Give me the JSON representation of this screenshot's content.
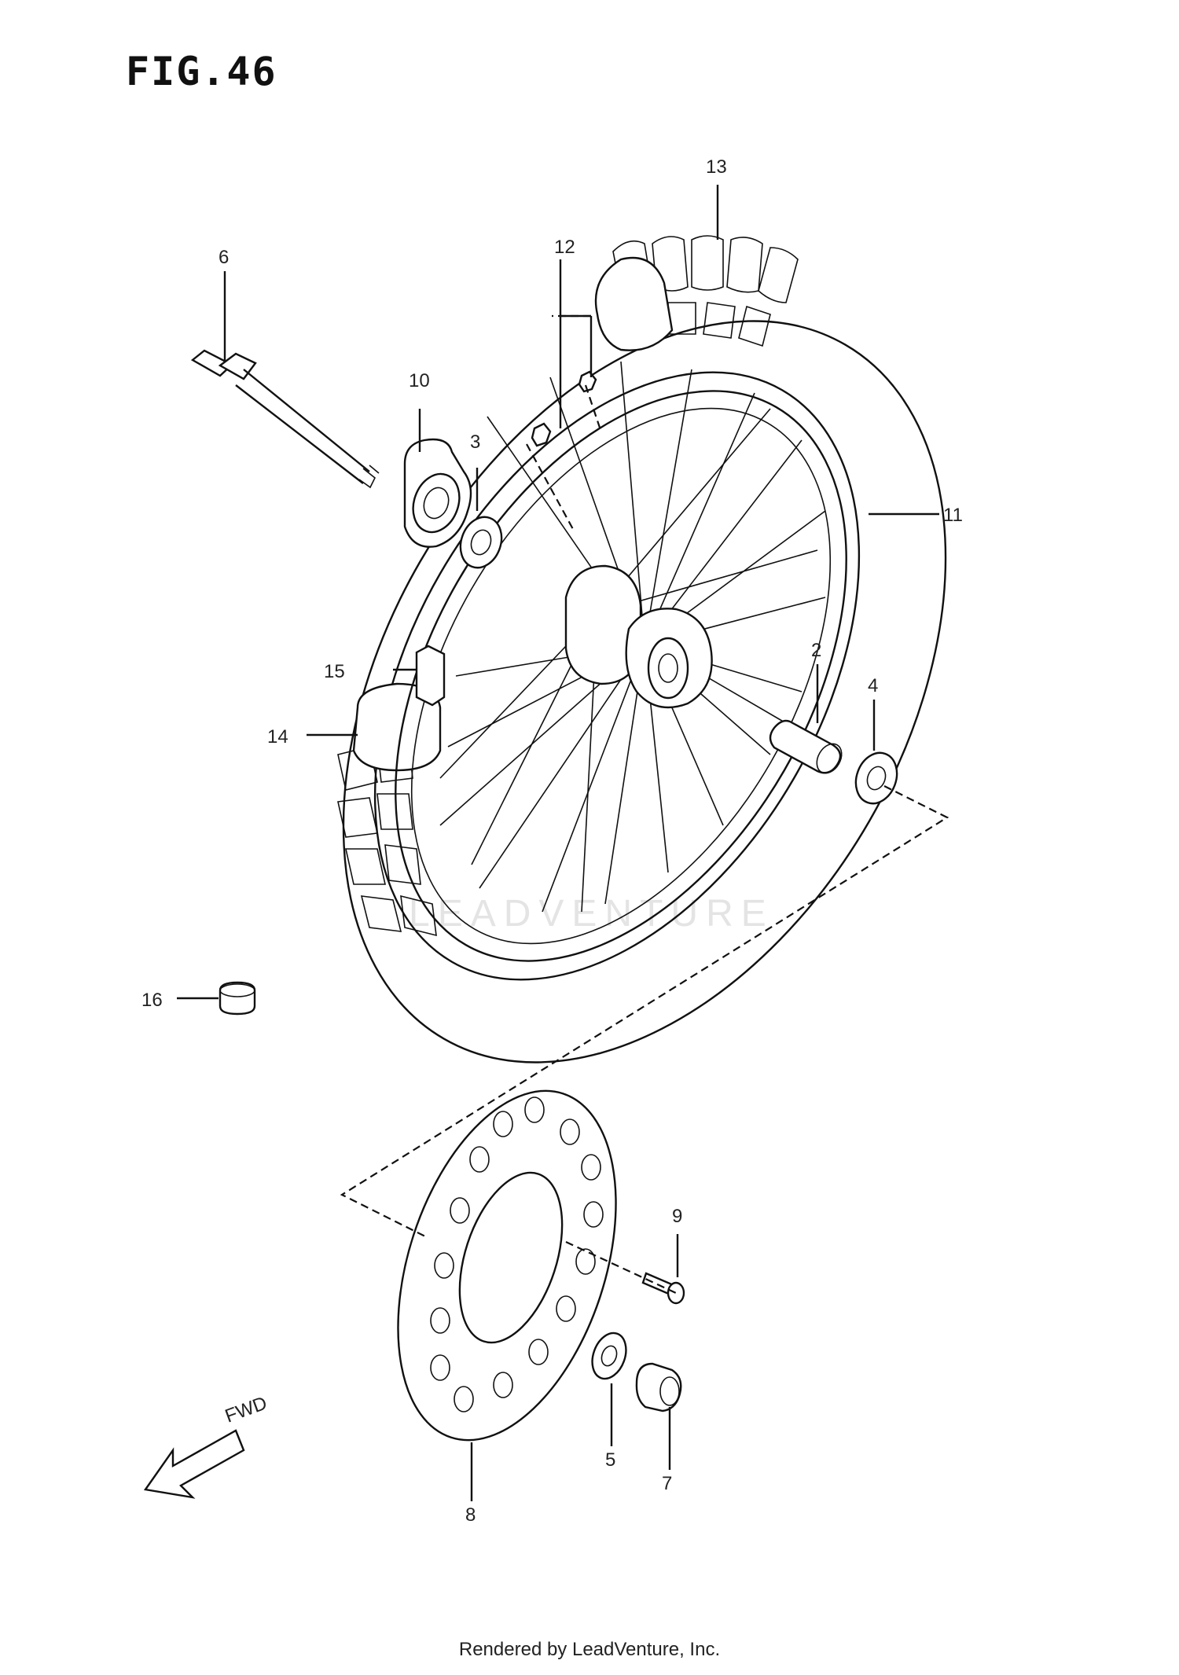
{
  "figure": {
    "title": "FIG.46",
    "fwd_label": "FWD",
    "watermark": "LEADVENTURE",
    "footer": "Rendered by LeadVenture, Inc."
  },
  "callouts": {
    "c2": "2",
    "c3": "3",
    "c4": "4",
    "c5": "5",
    "c6": "6",
    "c7": "7",
    "c8": "8",
    "c9": "9",
    "c10": "10",
    "c11": "11",
    "c12": "12",
    "c13": "13",
    "c14": "14",
    "c15": "15",
    "c16": "16"
  }
}
